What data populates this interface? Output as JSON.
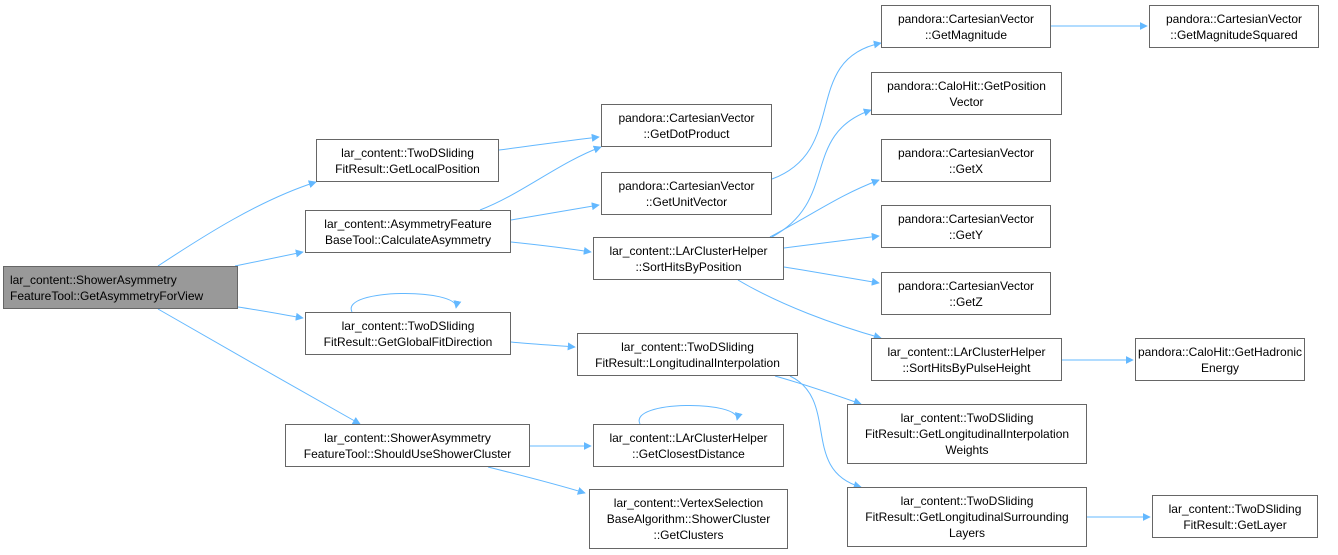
{
  "colors": {
    "edge": "#63b8ff",
    "root_fill": "#999999",
    "node_border": "#666666"
  },
  "nodes": {
    "n_root": [
      "lar_content::ShowerAsymmetry",
      "FeatureTool::GetAsymmetryForView"
    ],
    "n_getlocal": [
      "lar_content::TwoDSliding",
      "FitResult::GetLocalPosition"
    ],
    "n_calcasym": [
      "lar_content::AsymmetryFeature",
      "BaseTool::CalculateAsymmetry"
    ],
    "n_getglobal": [
      "lar_content::TwoDSliding",
      "FitResult::GetGlobalFitDirection"
    ],
    "n_shoulduse": [
      "lar_content::ShowerAsymmetry",
      "FeatureTool::ShouldUseShowerCluster"
    ],
    "n_dot": [
      "pandora::CartesianVector",
      "::GetDotProduct"
    ],
    "n_unit": [
      "pandora::CartesianVector",
      "::GetUnitVector"
    ],
    "n_sortpos": [
      "lar_content::LArClusterHelper",
      "::SortHitsByPosition"
    ],
    "n_longinterp": [
      "lar_content::TwoDSliding",
      "FitResult::LongitudinalInterpolation"
    ],
    "n_closest": [
      "lar_content::LArClusterHelper",
      "::GetClosestDistance"
    ],
    "n_vsclusters": [
      "lar_content::VertexSelection",
      "BaseAlgorithm::ShowerCluster",
      "::GetClusters"
    ],
    "n_mag": [
      "pandora::CartesianVector",
      "::GetMagnitude"
    ],
    "n_posvec": [
      "pandora::CaloHit::GetPosition",
      "Vector"
    ],
    "n_getx": [
      "pandora::CartesianVector",
      "::GetX"
    ],
    "n_gety": [
      "pandora::CartesianVector",
      "::GetY"
    ],
    "n_getz": [
      "pandora::CartesianVector",
      "::GetZ"
    ],
    "n_sortpulse": [
      "lar_content::LArClusterHelper",
      "::SortHitsByPulseHeight"
    ],
    "n_weights": [
      "lar_content::TwoDSliding",
      "FitResult::GetLongitudinalInterpolation",
      "Weights"
    ],
    "n_surround": [
      "lar_content::TwoDSliding",
      "FitResult::GetLongitudinalSurrounding",
      "Layers"
    ],
    "n_magsq": [
      "pandora::CartesianVector",
      "::GetMagnitudeSquared"
    ],
    "n_hadronic": [
      "pandora::CaloHit::GetHadronic",
      "Energy"
    ],
    "n_getlayer": [
      "lar_content::TwoDSliding",
      "FitResult::GetLayer"
    ]
  }
}
